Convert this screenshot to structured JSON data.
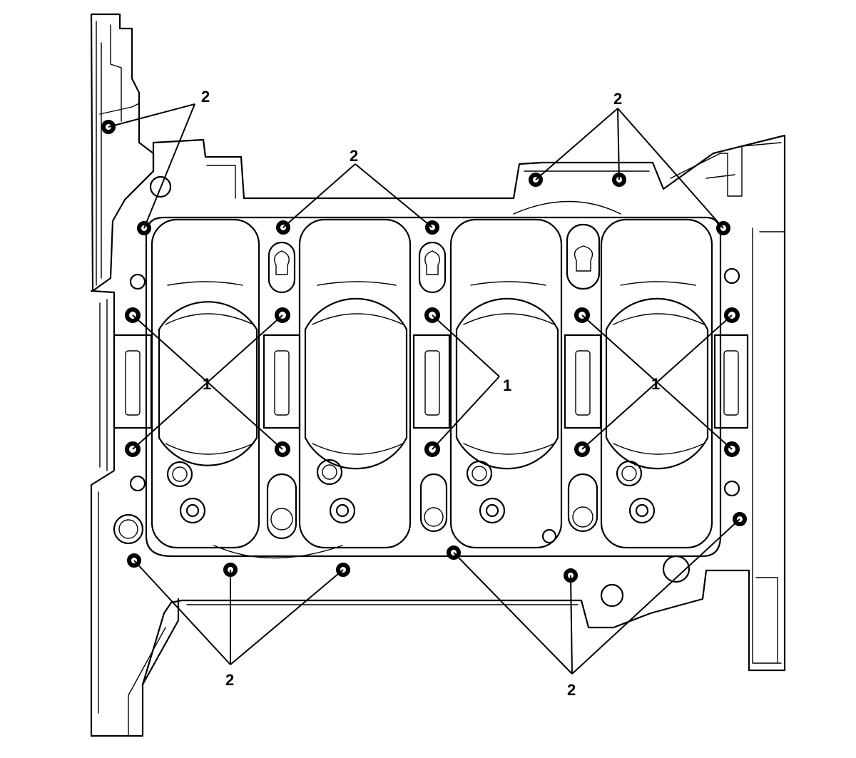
{
  "diagram": {
    "callouts": [
      {
        "id": "c2-top-left",
        "text": "2"
      },
      {
        "id": "c2-top-mid",
        "text": "2"
      },
      {
        "id": "c2-top-right",
        "text": "2"
      },
      {
        "id": "c1-left",
        "text": "1"
      },
      {
        "id": "c1-mid",
        "text": "1"
      },
      {
        "id": "c1-right",
        "text": "1"
      },
      {
        "id": "c2-bottom-left",
        "text": "2"
      },
      {
        "id": "c2-bottom-right",
        "text": "2"
      }
    ]
  }
}
